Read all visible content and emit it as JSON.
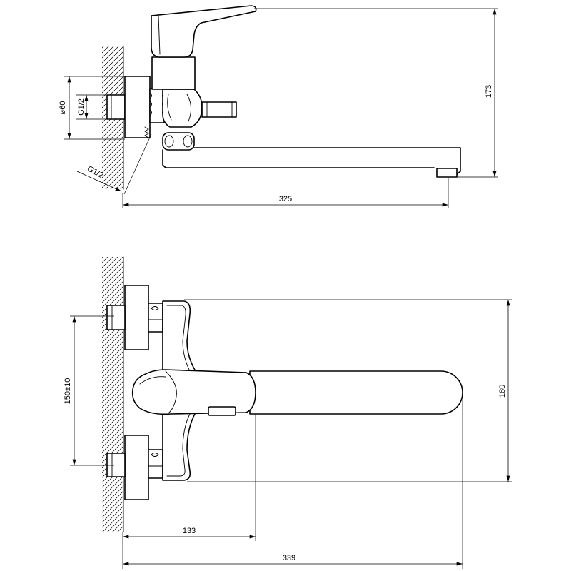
{
  "side_view": {
    "diameter_escutcheon": "ø60",
    "thread_nipple": "G1/2",
    "thread_wall": "G1/2",
    "height": "173",
    "length": "325"
  },
  "plan_view": {
    "center_distance": "150±10",
    "width": "180",
    "handle_reach": "133",
    "overall_length": "339"
  },
  "colors": {
    "line": "#000000",
    "background": "#ffffff"
  }
}
